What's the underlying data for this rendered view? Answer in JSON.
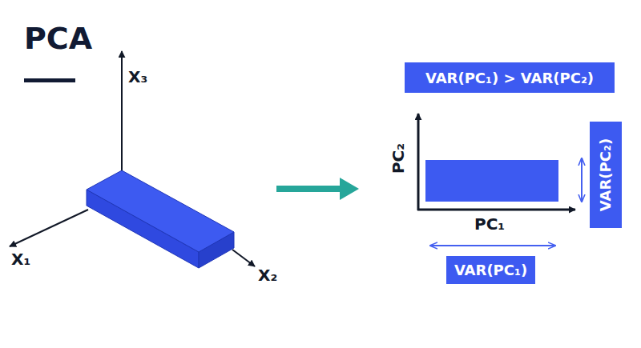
{
  "diagram": {
    "title": "PCA",
    "nodes": [
      {
        "text": [
          "VAR(PC₁) > VAR(PC₂)"
        ]
      },
      {
        "text": [
          "VAR(PC₂)"
        ]
      },
      {
        "text": [
          "VAR(PC₁)"
        ]
      }
    ],
    "labels": [
      "X₃",
      "X₁",
      "X₂",
      "PC₂",
      "PC₁"
    ]
  }
}
